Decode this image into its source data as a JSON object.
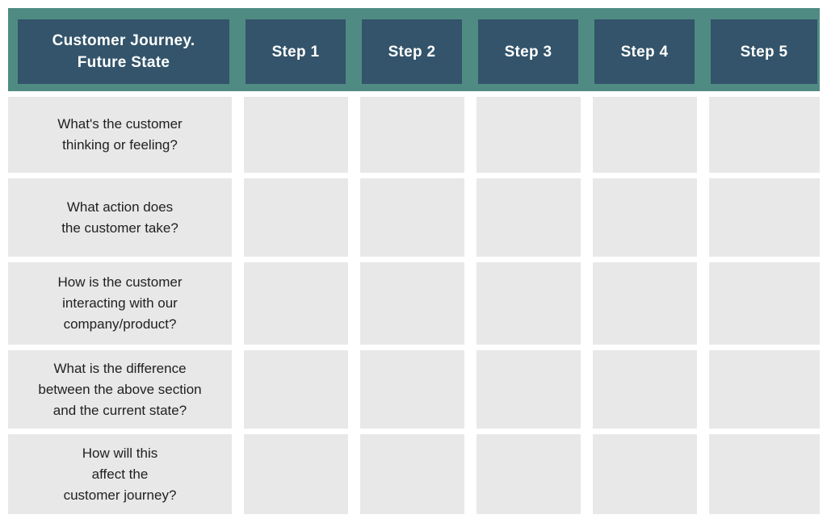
{
  "table": {
    "corner_header": "Customer Journey.\nFuture State",
    "column_headers": [
      "Step 1",
      "Step 2",
      "Step 3",
      "Step 4",
      "Step 5"
    ],
    "rows": [
      {
        "question": "What's the customer\nthinking or feeling?",
        "cells": [
          "",
          "",
          "",
          "",
          ""
        ]
      },
      {
        "question": "What action does\nthe customer take?",
        "cells": [
          "",
          "",
          "",
          "",
          ""
        ]
      },
      {
        "question": "How is the customer\ninteracting  with our\ncompany/product?",
        "cells": [
          "",
          "",
          "",
          "",
          ""
        ]
      },
      {
        "question": "What is the difference\nbetween the above section\nand the current state?",
        "cells": [
          "",
          "",
          "",
          "",
          ""
        ]
      },
      {
        "question": "How will this\naffect the\ncustomer journey?",
        "cells": [
          "",
          "",
          "",
          "",
          ""
        ]
      }
    ]
  },
  "colors": {
    "header_band": "#4f8b82",
    "header_cell": "#33546a",
    "header_text": "#ffffff",
    "body_cell": "#e8e8e8",
    "question_text": "#212121",
    "background": "#ffffff"
  }
}
